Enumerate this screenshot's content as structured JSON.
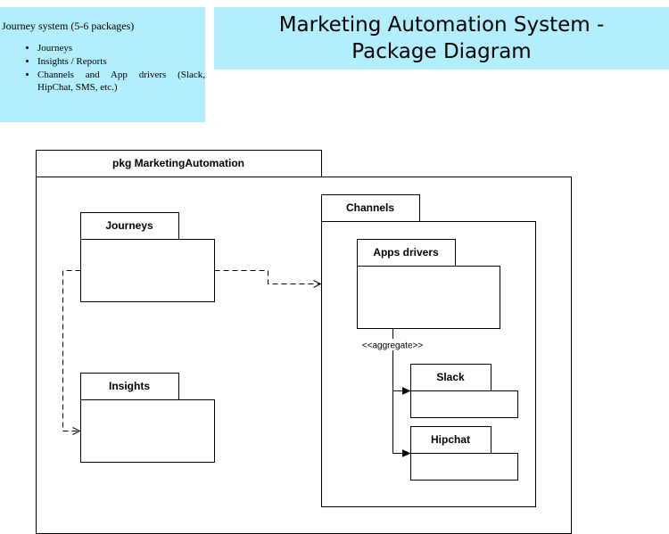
{
  "note": {
    "heading": "Journey system (5-6 packages)",
    "items": [
      "Journeys",
      "Insights / Reports",
      "Channels and App drivers (Slack, HipChat, SMS, etc.)"
    ]
  },
  "title": "Marketing Automation System - Package Diagram",
  "packages": {
    "outer": "pkg MarketingAutomation",
    "journeys": "Journeys",
    "insights": "Insights",
    "channels": "Channels",
    "apps_drivers": "Apps drivers",
    "slack": "Slack",
    "hipchat": "Hipchat"
  },
  "relations": {
    "aggregate_label": "<<aggregate>>"
  },
  "colors": {
    "note_fill": "#b2eefc",
    "line": "#000000"
  }
}
